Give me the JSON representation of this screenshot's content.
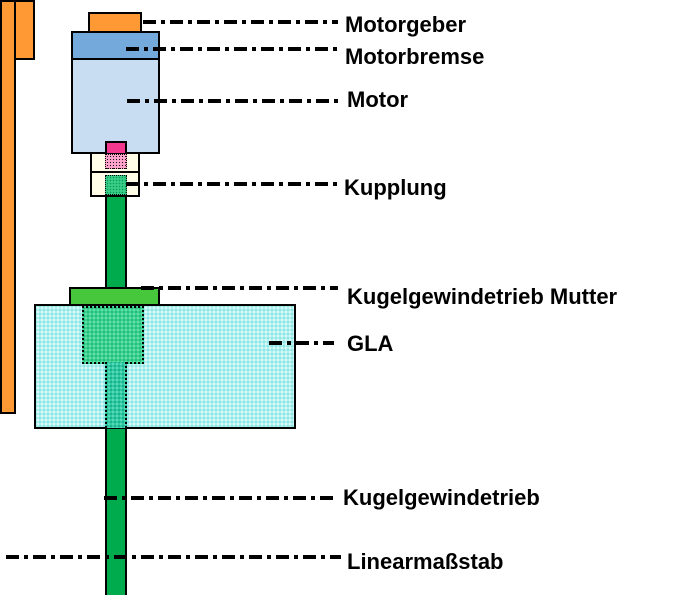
{
  "diagram": {
    "type": "schematic",
    "background": "#ffffff",
    "labels": [
      {
        "id": "motorgeber",
        "text": "Motorgeber"
      },
      {
        "id": "motorbremse",
        "text": "Motorbremse"
      },
      {
        "id": "motor",
        "text": "Motor"
      },
      {
        "id": "kupplung",
        "text": "Kupplung"
      },
      {
        "id": "kugelgewindetrieb-mutter",
        "text": "Kugelgewindetrieb Mutter"
      },
      {
        "id": "gla",
        "text": "GLA"
      },
      {
        "id": "kugelgewindetrieb",
        "text": "Kugelgewindetrieb"
      },
      {
        "id": "linearmassstab",
        "text": "Linearmaßstab"
      }
    ]
  },
  "colors": {
    "orange": "#ff9933",
    "brake_blue": "#74aadb",
    "motor_blue": "#c9ddf2",
    "magenta": "#f5388f",
    "ivory": "#fffde8",
    "shaft_green": "#00ab4e",
    "mutter_green": "#46c73c",
    "nut_green": "#3bd18f",
    "gla_cyan": "#aff0ee",
    "leader_line": "#000000",
    "label_text": "#000000"
  }
}
